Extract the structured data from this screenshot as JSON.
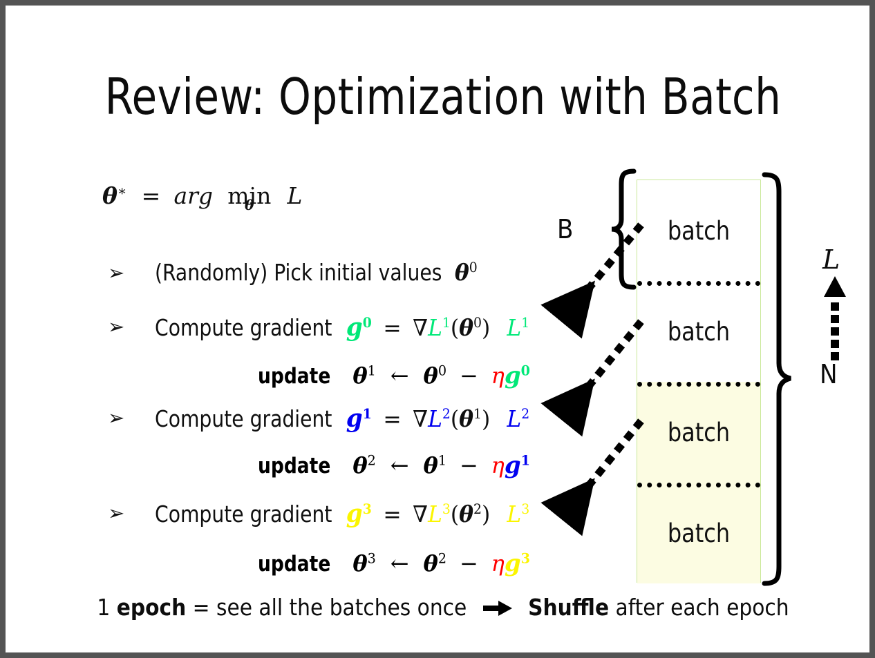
{
  "slide": {
    "title": "Review: Optimization with Batch",
    "border_color": "#545454",
    "background": "#ffffff"
  },
  "formula": {
    "theta": "θ",
    "star": "∗",
    "equals": "=",
    "arg": "arg",
    "min": "min",
    "min_subscript": "θ",
    "loss": "L",
    "full_text": "θ* = arg min_θ L"
  },
  "bullets": [
    {
      "marker": "➢",
      "text": "(Randomly) Pick initial values",
      "symbol": "θ",
      "symbol_sup": "0",
      "color": "#101010"
    },
    {
      "marker": "➢",
      "text": "Compute gradient",
      "g": "g",
      "g_sup": "0",
      "eq": "=",
      "nabla": "∇",
      "L": "L",
      "L_sup": "1",
      "theta": "θ",
      "theta_sup": "0",
      "tail_L": "L",
      "tail_L_sup": "1",
      "color": "#00e878"
    },
    {
      "marker": "➢",
      "text": "Compute gradient",
      "g": "g",
      "g_sup": "1",
      "eq": "=",
      "nabla": "∇",
      "L": "L",
      "L_sup": "2",
      "theta": "θ",
      "theta_sup": "1",
      "tail_L": "L",
      "tail_L_sup": "2",
      "color": "#0000f0"
    },
    {
      "marker": "➢",
      "text": "Compute gradient",
      "g": "g",
      "g_sup": "3",
      "eq": "=",
      "nabla": "∇",
      "L": "L",
      "L_sup": "3",
      "theta": "θ",
      "theta_sup": "2",
      "tail_L": "L",
      "tail_L_sup": "3",
      "color": "#fbf500"
    }
  ],
  "updates": [
    {
      "label": "update",
      "theta_new": "θ",
      "theta_new_sup": "1",
      "arrow": "←",
      "theta_old": "θ",
      "theta_old_sup": "0",
      "minus": "−",
      "eta": "η",
      "g": "g",
      "g_sup": "0",
      "eta_color": "#ff0000",
      "g_color": "#00e878"
    },
    {
      "label": "update",
      "theta_new": "θ",
      "theta_new_sup": "2",
      "arrow": "←",
      "theta_old": "θ",
      "theta_old_sup": "1",
      "minus": "−",
      "eta": "η",
      "g": "g",
      "g_sup": "1",
      "eta_color": "#ff0000",
      "g_color": "#0000f0"
    },
    {
      "label": "update",
      "theta_new": "θ",
      "theta_new_sup": "3",
      "arrow": "←",
      "theta_old": "θ",
      "theta_old_sup": "2",
      "minus": "−",
      "eta": "η",
      "g": "g",
      "g_sup": "3",
      "eta_color": "#ff0000",
      "g_color": "#fbf500"
    }
  ],
  "batch_column": {
    "border_color": "#c9e898",
    "fill_color": "#fcfce2",
    "cells": [
      {
        "label": "batch",
        "filled": false
      },
      {
        "label": "batch",
        "filled": false
      },
      {
        "label": "batch",
        "filled": true
      },
      {
        "label": "batch",
        "filled": true
      }
    ]
  },
  "annotations": {
    "brace_left_label": "B",
    "brace_right_label": "N",
    "loss_axis_label": "L",
    "arrow_labels": [
      {
        "L": "L",
        "sup": "1",
        "color": "#00e878"
      },
      {
        "L": "L",
        "sup": "2",
        "color": "#0000f0"
      },
      {
        "L": "L",
        "sup": "3",
        "color": "#fbf500"
      }
    ]
  },
  "footer": {
    "prefix": "1 ",
    "epoch": "epoch",
    "middle": " = see all the batches once",
    "arrow_icon": "right-arrow-icon",
    "shuffle": "Shuffle",
    "suffix": " after each epoch"
  }
}
